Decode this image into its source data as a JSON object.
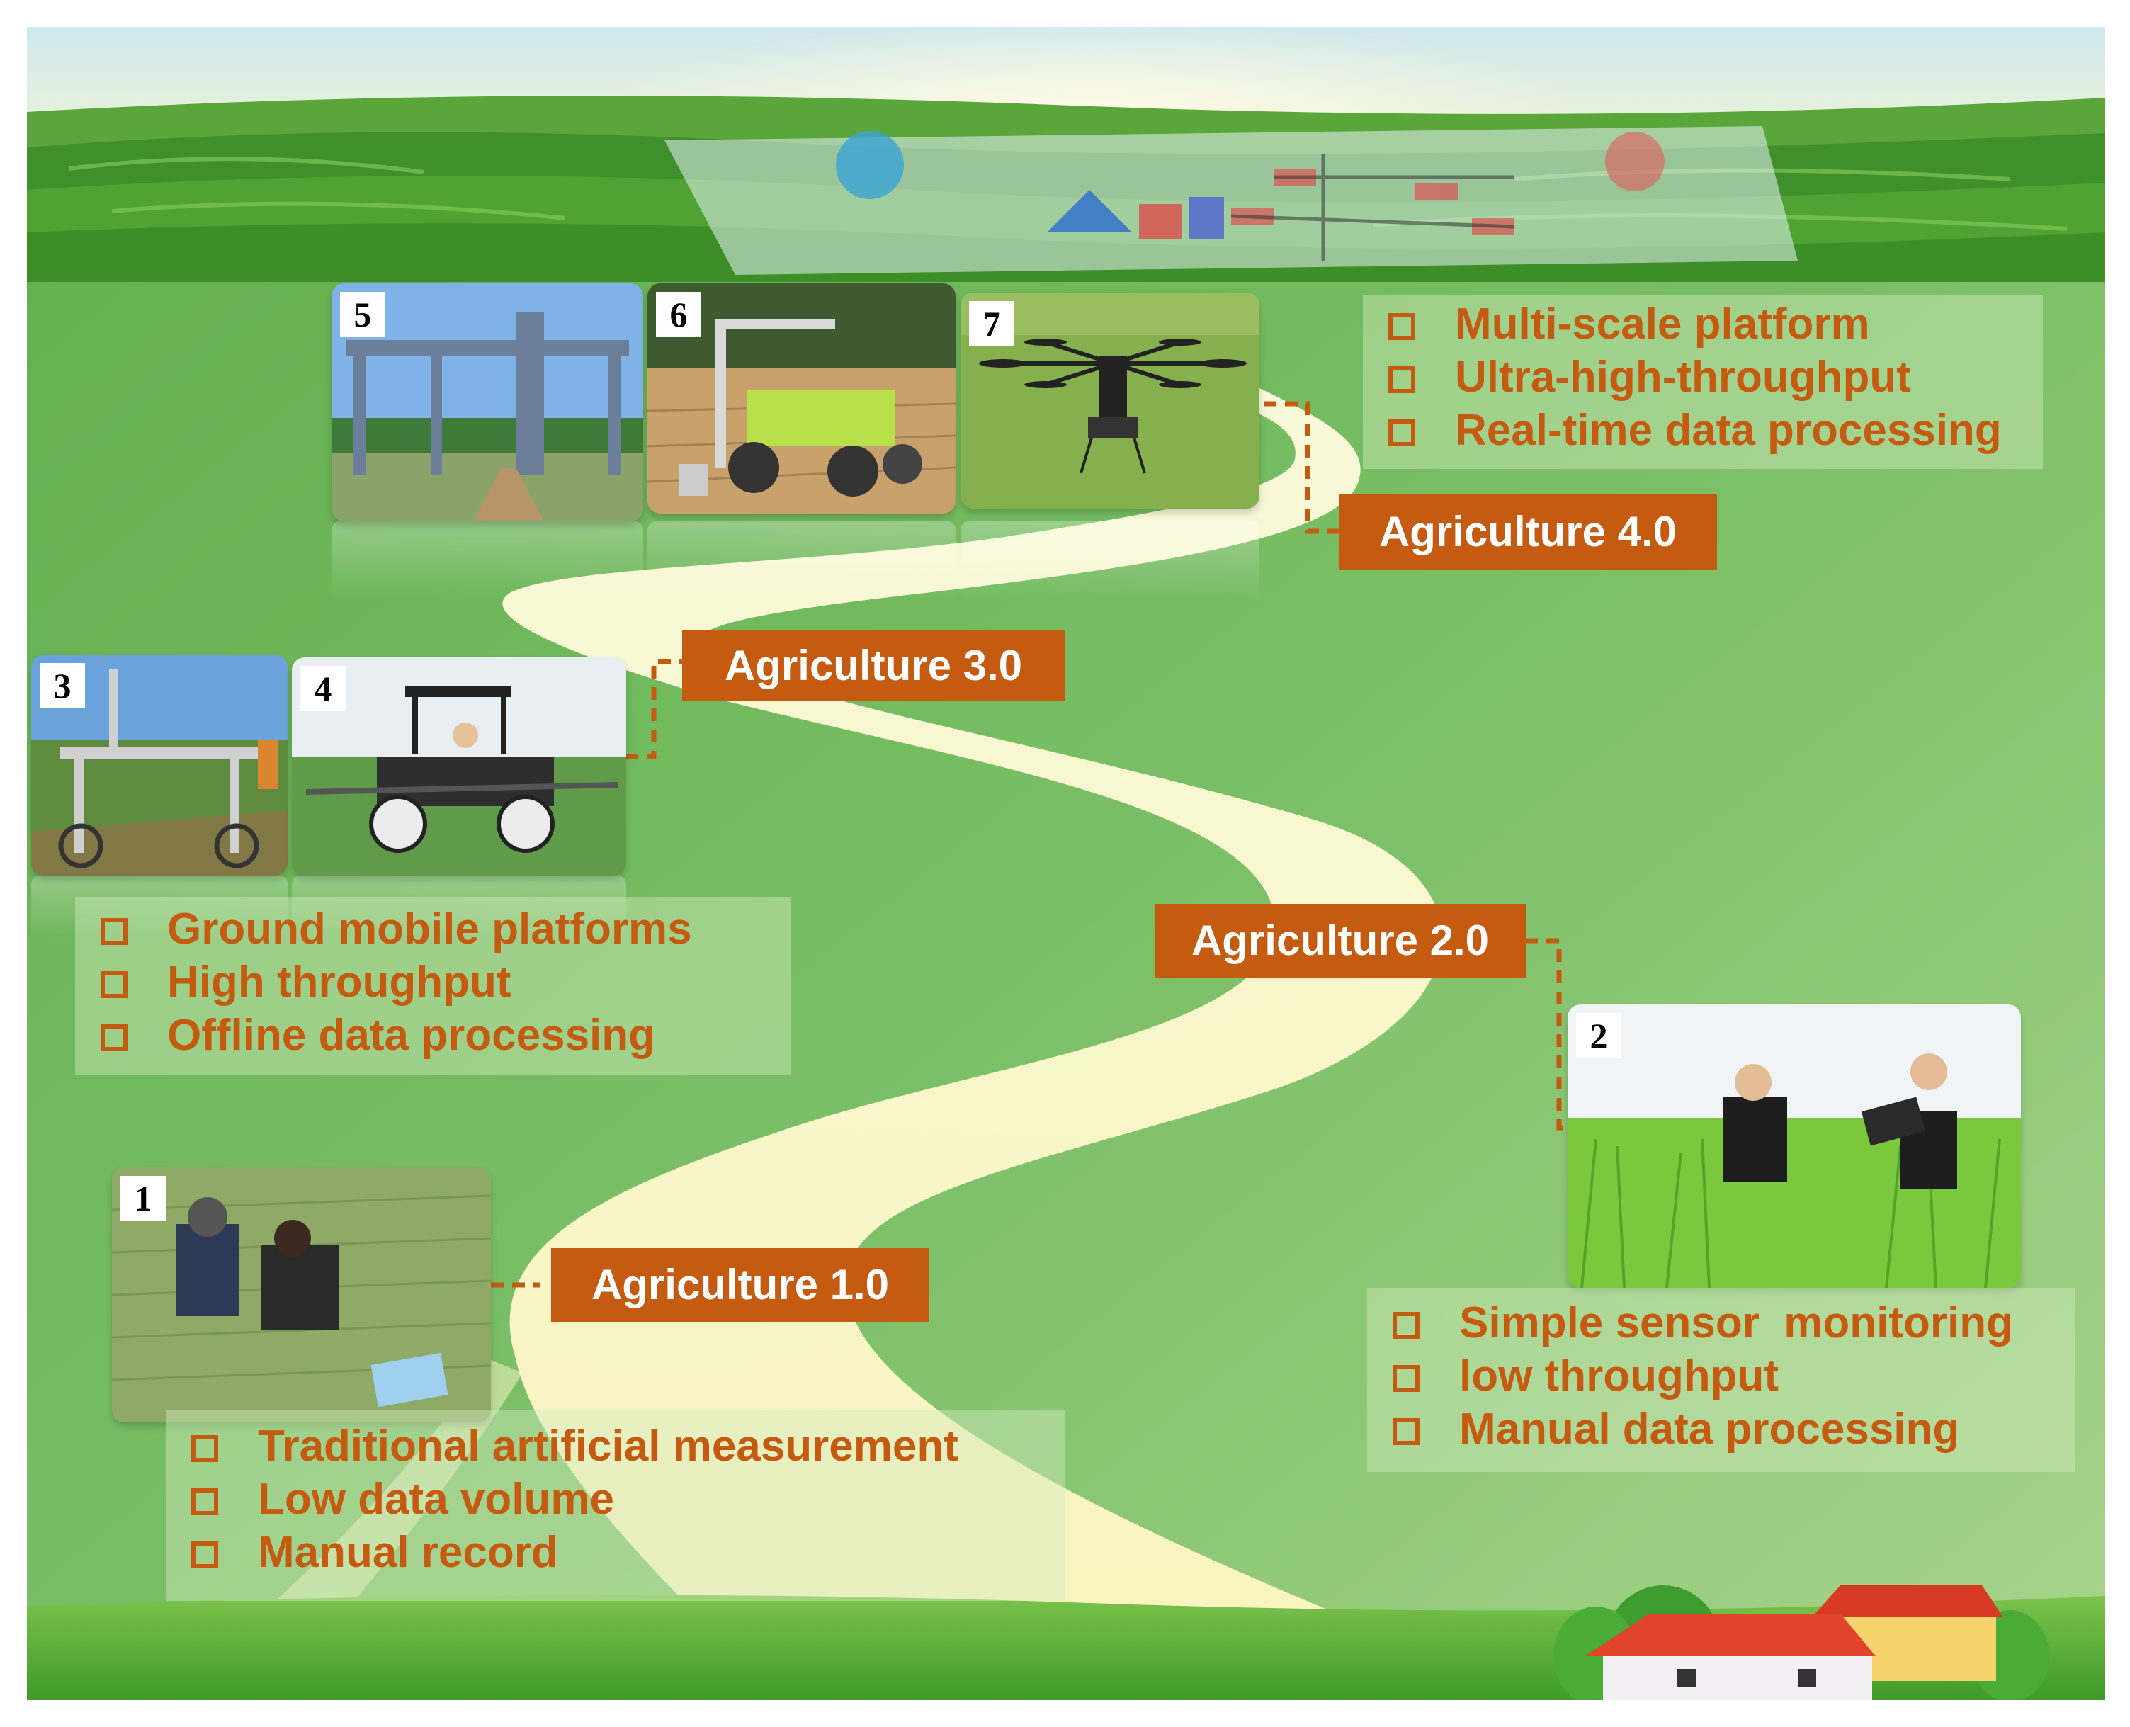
{
  "stages": [
    {
      "label": "Agriculture 1.0",
      "photo_number": "1",
      "features": [
        "Traditional artificial measurement",
        "Low data volume",
        "Manual record"
      ]
    },
    {
      "label": "Agriculture 2.0",
      "photo_number": "2",
      "features": [
        "Simple sensor  monitoring",
        "low throughput",
        "Manual data processing"
      ]
    },
    {
      "label": "Agriculture 3.0",
      "photo_numbers": [
        "3",
        "4"
      ],
      "features": [
        "Ground mobile platforms",
        "High throughput",
        "Offline data processing"
      ]
    },
    {
      "label": "Agriculture 4.0",
      "photo_numbers": [
        "5",
        "6",
        "7"
      ],
      "features": [
        "Multi-scale platform",
        "Ultra-high-throughput",
        "Real-time data processing"
      ]
    }
  ],
  "colors": {
    "label_bg": "#c55a11",
    "feature_text": "#c55a11",
    "background_green": "#6fb85a",
    "road": "#fffbd2"
  }
}
